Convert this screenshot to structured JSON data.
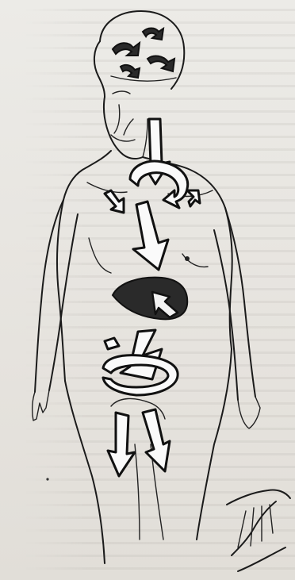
{
  "image": {
    "kind": "book illustration",
    "ink_color": "#1b1b1b",
    "paper_color": "#e9e6e1"
  },
  "figure": {
    "subject": "human figure",
    "elements": [
      "head",
      "brain-arrows",
      "neck-arrow",
      "chest-curl-arrow",
      "shoulder-arrows",
      "abdomen-arrow",
      "liver-organ",
      "intestine-curl-arrow",
      "leg-arrows",
      "right-hand"
    ]
  }
}
